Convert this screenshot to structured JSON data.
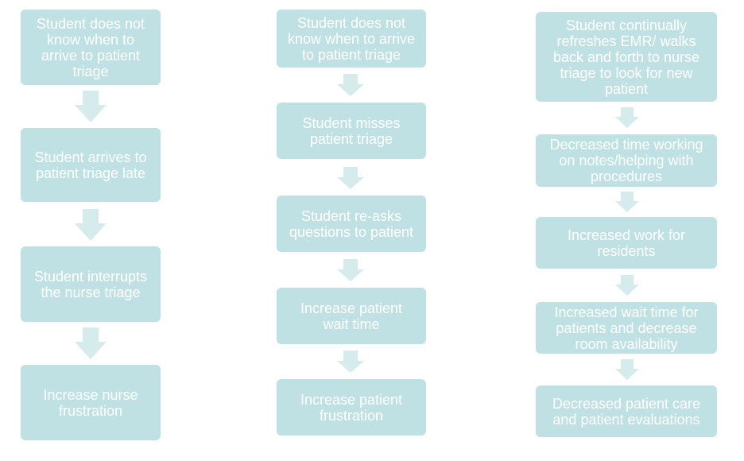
{
  "columns": [
    {
      "steps": [
        "Student does not\nknow when to\narrive to patient\ntriage",
        "Student arrives to\npatient triage late",
        "Student interrupts\nthe nurse triage",
        "Increase nurse\nfrustration"
      ]
    },
    {
      "steps": [
        "Student does not\nknow when to arrive\nto patient triage",
        "Student misses\npatient triage",
        "Student re-asks\nquestions to patient",
        "Increase patient\nwait time",
        "Increase patient\nfrustration"
      ]
    },
    {
      "steps": [
        "Student continually\nrefreshes EMR/ walks\nback and forth to nurse\ntriage to look for new\npatient",
        "Decreased time working\non notes/helping with\nprocedures",
        "Increased work for\nresidents",
        "Increased wait time for\npatients and decrease\nroom availability",
        "Decreased patient care\nand patient evaluations"
      ]
    }
  ],
  "colors": {
    "box_fill": "#bfe1e3",
    "arrow_fill": "#d5ebec",
    "text": "#ffffff"
  }
}
